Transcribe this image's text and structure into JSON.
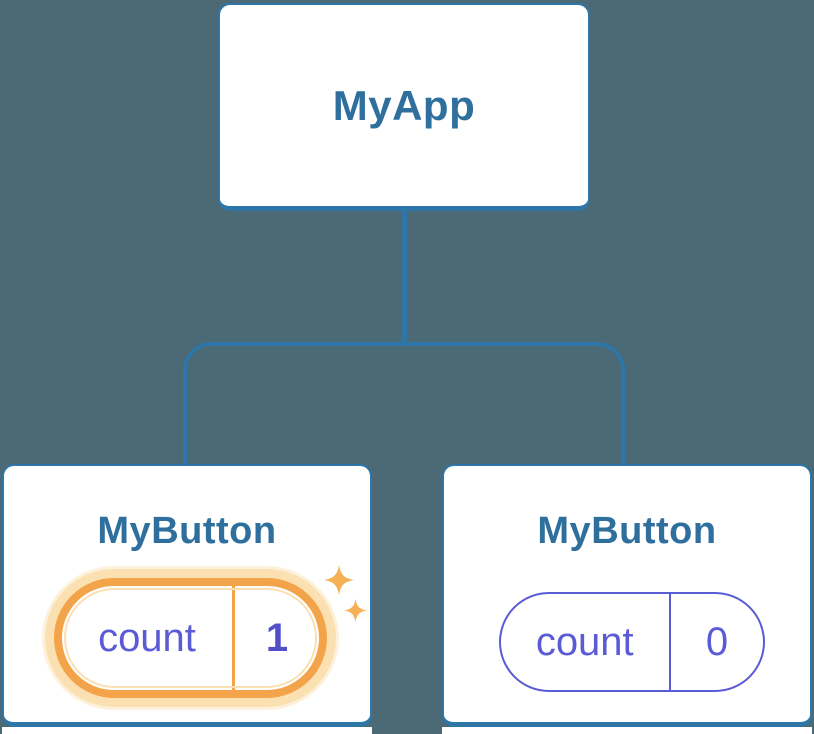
{
  "diagram": {
    "root": {
      "title": "MyApp"
    },
    "children": [
      {
        "title": "MyButton",
        "state": {
          "label": "count",
          "value": "1"
        },
        "highlighted": true,
        "badge_icon": "sparkle-icon"
      },
      {
        "title": "MyButton",
        "state": {
          "label": "count",
          "value": "0"
        },
        "highlighted": false
      }
    ]
  },
  "colors": {
    "background": "#4c6a75",
    "card_fill": "#ffffff",
    "card_border": "#2e76a8",
    "connector": "#2e76a8",
    "title_text": "#2e6f9e",
    "state_purple": "#5b5bd6",
    "highlight_orange": "#f3a44a",
    "highlight_glow": "#fbe1b1",
    "sparkle_orange": "#f6b155"
  }
}
